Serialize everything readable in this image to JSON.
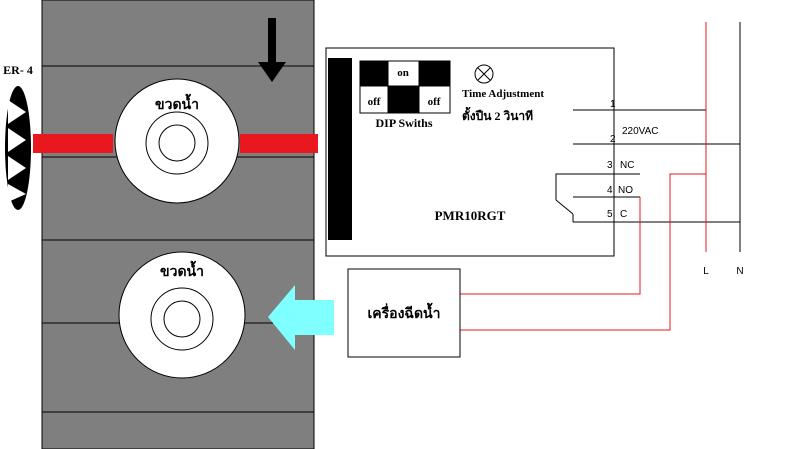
{
  "sensor": {
    "label": "ER- 4"
  },
  "bottles": {
    "top_label": "ขวดน้ำ",
    "bottom_label": "ขวดน้ำ"
  },
  "controller": {
    "model": "PMR10RGT",
    "dip": {
      "on": "on",
      "off_left": "off",
      "off_right": "off",
      "caption": "DIP Swiths"
    },
    "time_adjustment": "Time Adjustment",
    "delay_text": "ตั้งปืน 2 วินาที"
  },
  "terminals": [
    {
      "num": "1",
      "name": ""
    },
    {
      "num": "2",
      "name": ""
    },
    {
      "num": "3",
      "name": "NC"
    },
    {
      "num": "4",
      "name": "NO"
    },
    {
      "num": "5",
      "name": "C"
    }
  ],
  "supply": {
    "voltage": "220VAC",
    "line": "L",
    "neutral": "N"
  },
  "machine": {
    "label": "เครื่องฉีดน้ำ"
  },
  "colors": {
    "conveyor": "#7f7f7f",
    "red_wire": "#e8181e",
    "cyan_arrow": "#7fffff",
    "black": "#000000"
  }
}
